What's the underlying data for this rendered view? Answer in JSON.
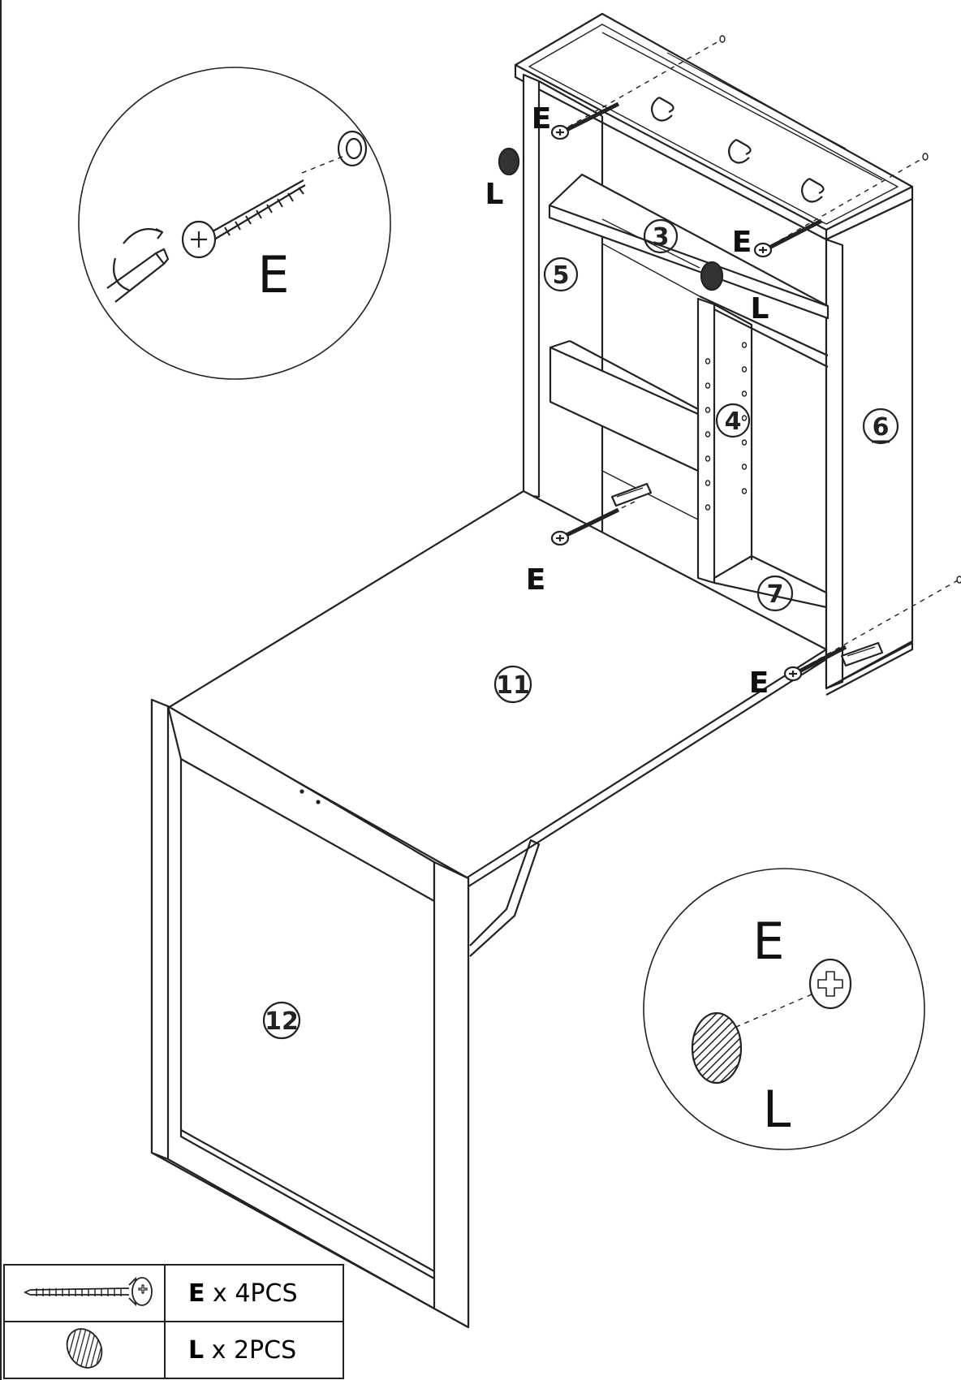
{
  "parts": {
    "p3": "3",
    "p4": "4",
    "p5": "5",
    "p6": "6",
    "p7": "7",
    "p11": "11",
    "p12": "12"
  },
  "fasteners": {
    "screw": "E",
    "cap": "L"
  },
  "details": {
    "screw_detail_label": "E",
    "cap_detail_screw_label": "E",
    "cap_detail_cap_label": "L"
  },
  "parts_list": [
    {
      "icon": "screw-icon",
      "letter": "E",
      "quantity": "x 4PCS"
    },
    {
      "icon": "cap-icon",
      "letter": "L",
      "quantity": "x 2PCS"
    }
  ]
}
